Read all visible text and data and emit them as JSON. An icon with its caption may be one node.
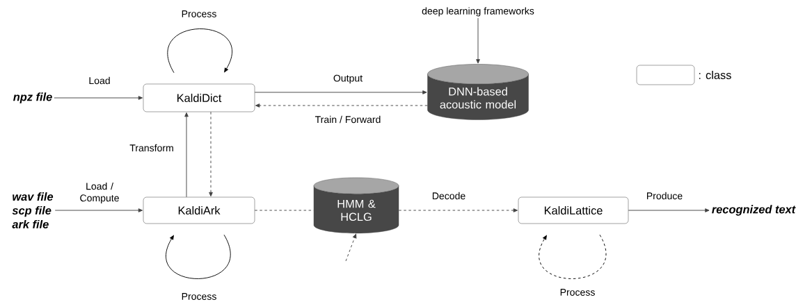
{
  "diagram": {
    "nodes": [
      {
        "text": [
          "npz file"
        ]
      },
      {
        "text": [
          "KaldiDict"
        ]
      },
      {
        "text": [
          "deep learning frameworks"
        ]
      },
      {
        "text": [
          "DNN-based acoustic model"
        ]
      },
      {
        "text": [
          "wav file",
          "scp file",
          "ark file"
        ]
      },
      {
        "text": [
          "KaldiArk"
        ]
      },
      {
        "text": [
          "HMM & HCLG"
        ]
      },
      {
        "text": [
          "KaldiLattice"
        ]
      },
      {
        "text": [
          "recognized text"
        ]
      }
    ],
    "edges": [
      {
        "from": 0,
        "to": 1,
        "arrow": "to",
        "label": "Load"
      },
      {
        "from": 1,
        "to": 1,
        "arrow": "to",
        "label": "Process"
      },
      {
        "from": 1,
        "to": 3,
        "arrow": "to",
        "label": "Output"
      },
      {
        "from": 3,
        "to": 1,
        "arrow": "to",
        "label": "Train / Forward",
        "style": "dashed"
      },
      {
        "from": 2,
        "to": 3,
        "arrow": "to"
      },
      {
        "from": 5,
        "to": 1,
        "arrow": "to",
        "label": "Transform"
      },
      {
        "from": 1,
        "to": 5,
        "arrow": "to",
        "style": "dashed"
      },
      {
        "from": 4,
        "to": 5,
        "arrow": "to",
        "label": "Load / Compute"
      },
      {
        "from": 5,
        "to": 5,
        "arrow": "to",
        "label": "Process"
      },
      {
        "from": 5,
        "to": 6,
        "arrow": "none",
        "style": "dashed"
      },
      {
        "from": 6,
        "to": 7,
        "arrow": "to",
        "label": "Decode",
        "style": "dashed"
      },
      {
        "from": null,
        "to": 6,
        "arrow": "to",
        "style": "dashed"
      },
      {
        "from": 7,
        "to": 7,
        "arrow": "to",
        "label": "Process",
        "style": "dashed"
      },
      {
        "from": 7,
        "to": 8,
        "arrow": "to",
        "label": "Produce"
      }
    ],
    "legend": [
      {
        "text": ": class"
      }
    ]
  }
}
